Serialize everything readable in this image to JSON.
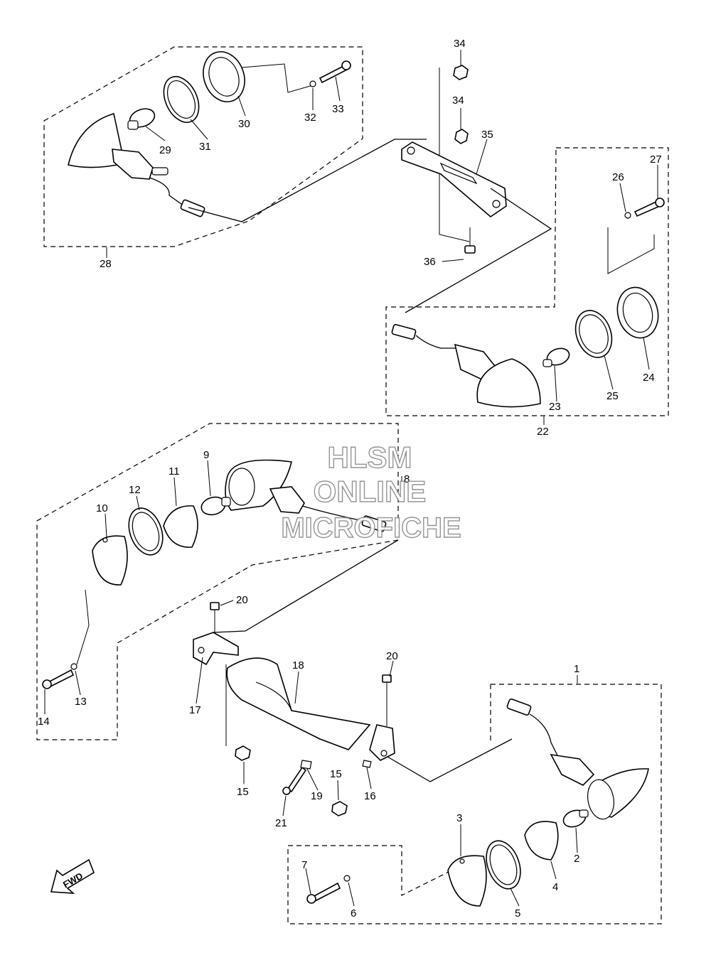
{
  "watermark": {
    "line1": "HLSM",
    "line2": "ONLINE",
    "line3": "MICROFICHE"
  },
  "direction_label": "FWD",
  "callouts": {
    "c1": "1",
    "c2": "2",
    "c3": "3",
    "c4": "4",
    "c5": "5",
    "c6": "6",
    "c7": "7",
    "c8": "8",
    "c9": "9",
    "c10": "10",
    "c11": "11",
    "c12": "12",
    "c13": "13",
    "c14": "14",
    "c15a": "15",
    "c15b": "15",
    "c16": "16",
    "c17": "17",
    "c18": "18",
    "c19": "19",
    "c20a": "20",
    "c20b": "20",
    "c21": "21",
    "c22": "22",
    "c23": "23",
    "c24": "24",
    "c25": "25",
    "c26": "26",
    "c27": "27",
    "c28": "28",
    "c29": "29",
    "c30": "30",
    "c31": "31",
    "c32": "32",
    "c33": "33",
    "c34a": "34",
    "c34b": "34",
    "c35": "35",
    "c36": "36"
  }
}
